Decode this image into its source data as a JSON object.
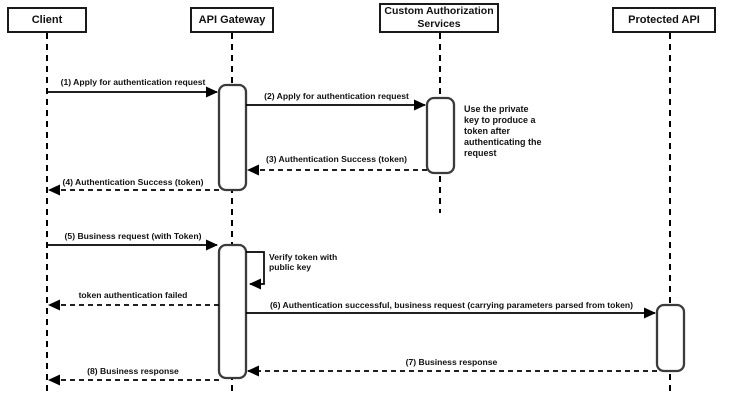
{
  "diagram_type": "sequence-diagram",
  "colors": {
    "background": "#ffffff",
    "line": "#000000",
    "activation_border": "#3b3b3b",
    "text": "#111111"
  },
  "actors": [
    {
      "label": "Client"
    },
    {
      "label": "API Gateway"
    },
    {
      "label": "Custom Authorization Services"
    },
    {
      "label": "Protected API"
    }
  ],
  "messages": [
    {
      "label": "(1) Apply for authentication request",
      "type": "solid",
      "from": "Client",
      "to": "API Gateway"
    },
    {
      "label": "(2) Apply for authentication request",
      "type": "solid",
      "from": "API Gateway",
      "to": "Custom Authorization Services"
    },
    {
      "label": "(3) Authentication Success (token)",
      "type": "dashed",
      "from": "Custom Authorization Services",
      "to": "API Gateway"
    },
    {
      "label": "(4) Authentication Success (token)",
      "type": "dashed",
      "from": "API Gateway",
      "to": "Client"
    },
    {
      "label": "(5) Business request (with Token)",
      "type": "solid",
      "from": "Client",
      "to": "API Gateway"
    },
    {
      "label": "Verify token with public key",
      "type": "self",
      "from": "API Gateway",
      "to": "API Gateway"
    },
    {
      "label": "token authentication failed",
      "type": "dashed",
      "from": "API Gateway",
      "to": "Client"
    },
    {
      "label": "(6) Authentication successful, business request (carrying parameters parsed from token)",
      "type": "solid",
      "from": "API Gateway",
      "to": "Protected API"
    },
    {
      "label": "(7) Business response",
      "type": "dashed",
      "from": "Protected API",
      "to": "API Gateway"
    },
    {
      "label": "(8) Business response",
      "type": "dashed",
      "from": "API Gateway",
      "to": "Client"
    }
  ],
  "note": {
    "label": "Use the private key to produce a token after authenticating the request"
  }
}
